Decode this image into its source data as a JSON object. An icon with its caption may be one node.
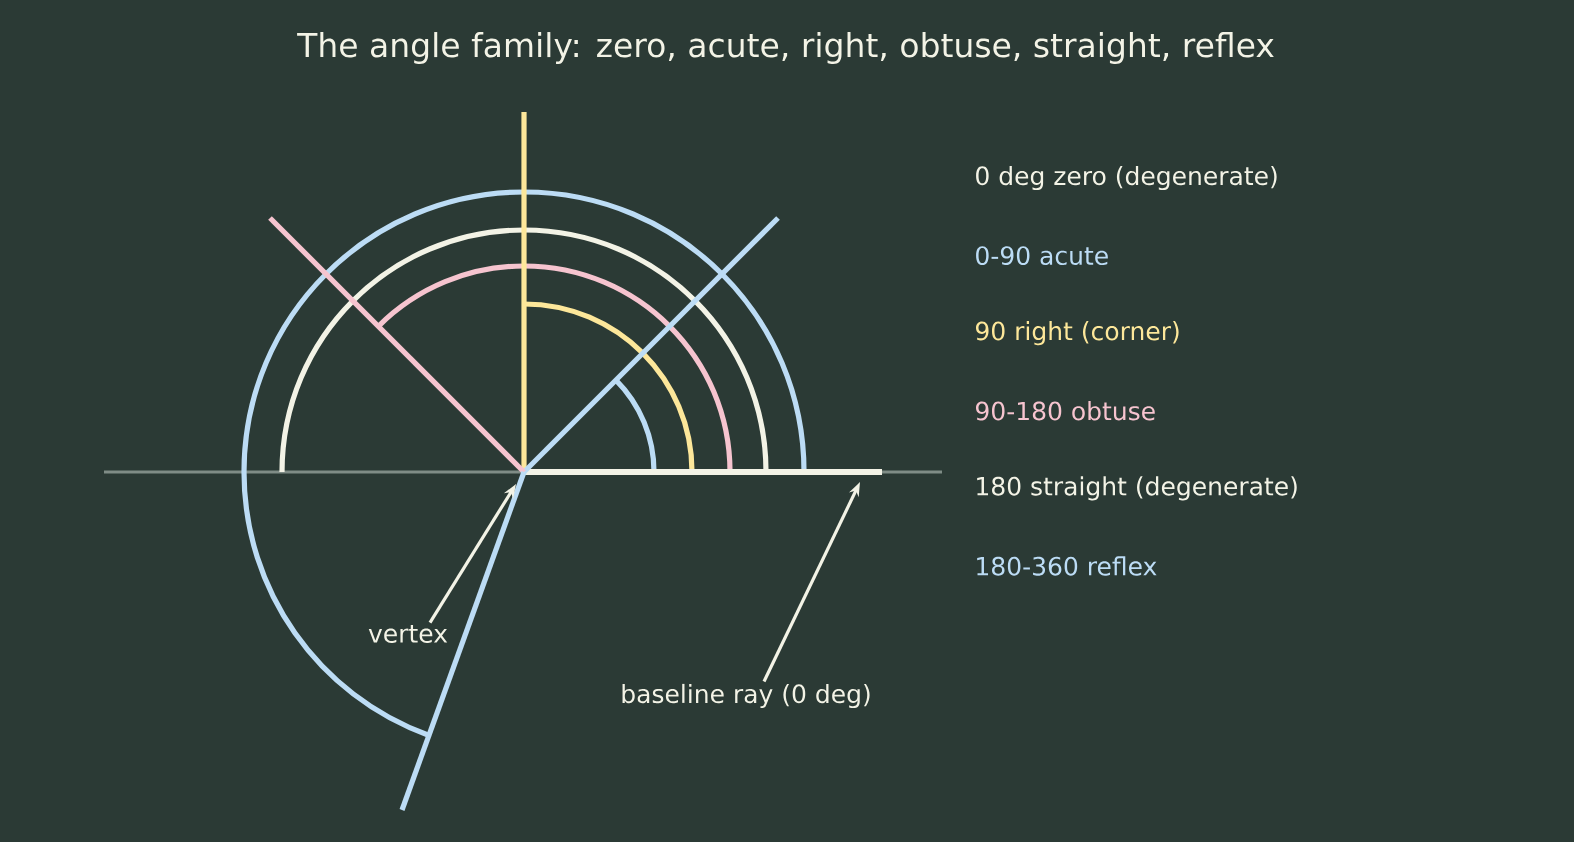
{
  "diagram": {
    "title": "The angle family: zero, acute, right, obtuse, straight, reflex",
    "nodes": [
      {
        "text": [
          "vertex"
        ]
      },
      {
        "text": [
          "baseline ray (0 deg)"
        ]
      }
    ],
    "edges": [
      {
        "from": 0,
        "to": null,
        "arrow": "to"
      },
      {
        "from": 1,
        "to": null,
        "arrow": "to"
      }
    ],
    "labels": [
      "0 deg  zero (degenerate)",
      "0-90  acute",
      "90  right (corner)",
      "90-180  obtuse",
      "180  straight (degenerate)",
      "180-360  reflex"
    ]
  }
}
